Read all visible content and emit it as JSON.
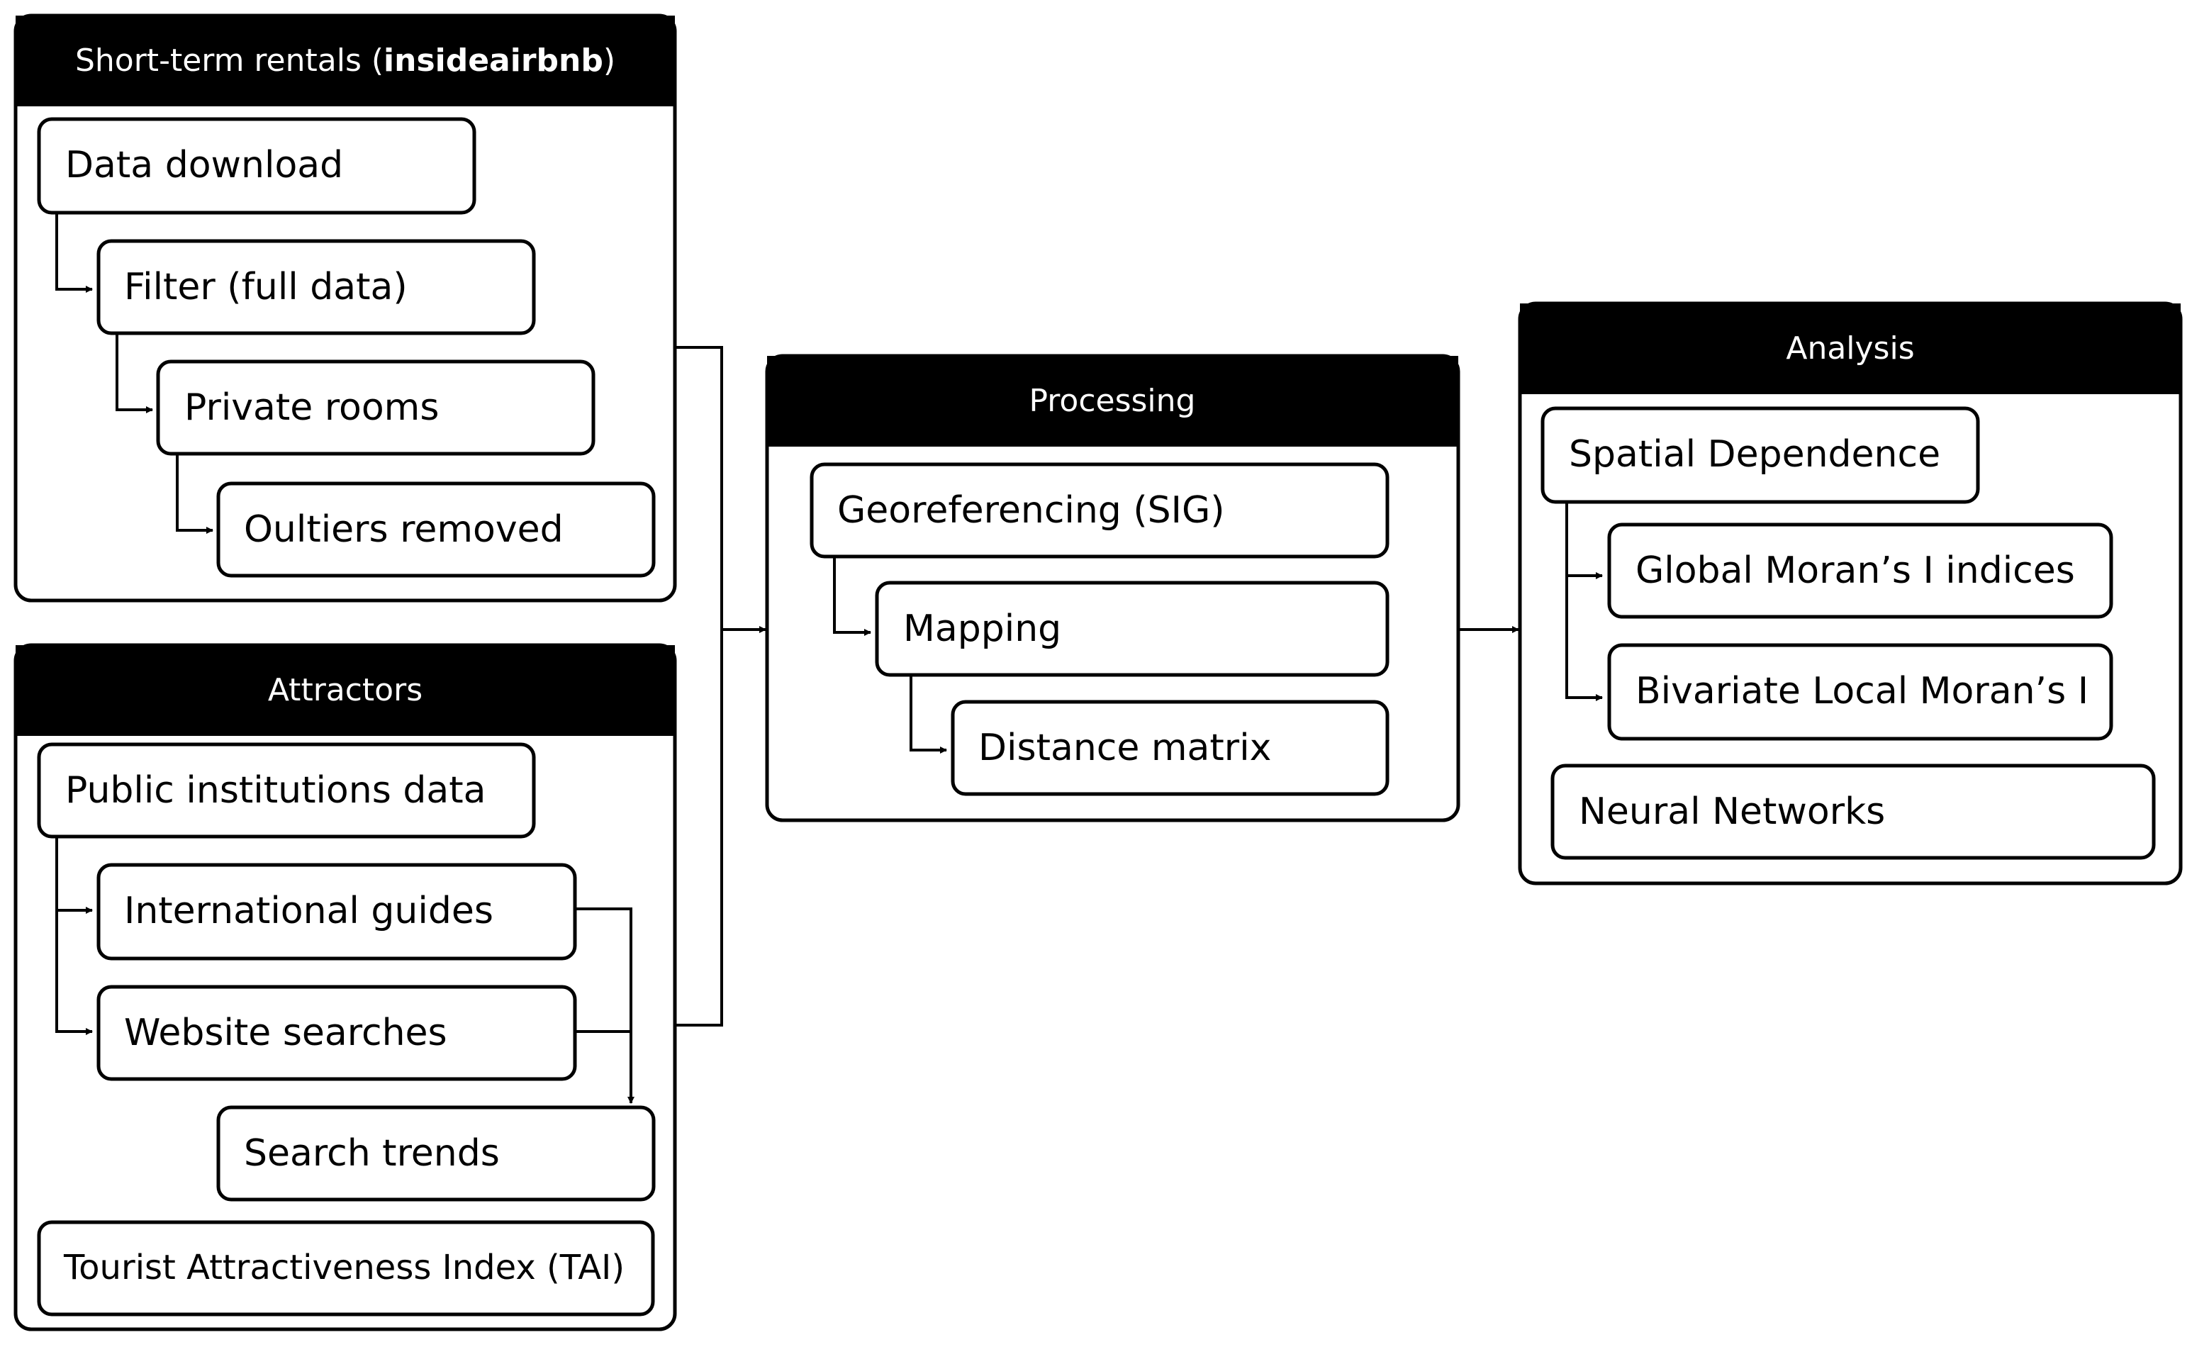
{
  "panels": {
    "short_term": {
      "title_prefix": "Short-term rentals (",
      "title_bold": "insideairbnb",
      "title_suffix": ")",
      "items": [
        "Data download",
        "Filter (full data)",
        "Private rooms",
        "Oultiers removed"
      ]
    },
    "attractors": {
      "title": "Attractors",
      "items": [
        "Public institutions data",
        "International guides",
        "Website searches",
        "Search trends",
        "Tourist Attractiveness Index (TAI)"
      ]
    },
    "processing": {
      "title": "Processing",
      "items": [
        "Georeferencing (SIG)",
        "Mapping",
        "Distance matrix"
      ]
    },
    "analysis": {
      "title": "Analysis",
      "items": [
        "Spatial Dependence",
        "Global Moran’s I indices",
        "Bivariate Local Moran’s I",
        "Neural Networks"
      ]
    }
  },
  "colors": {
    "header_fill": "#000000",
    "header_text": "#ffffff",
    "stroke": "#000000",
    "background": "#ffffff"
  }
}
